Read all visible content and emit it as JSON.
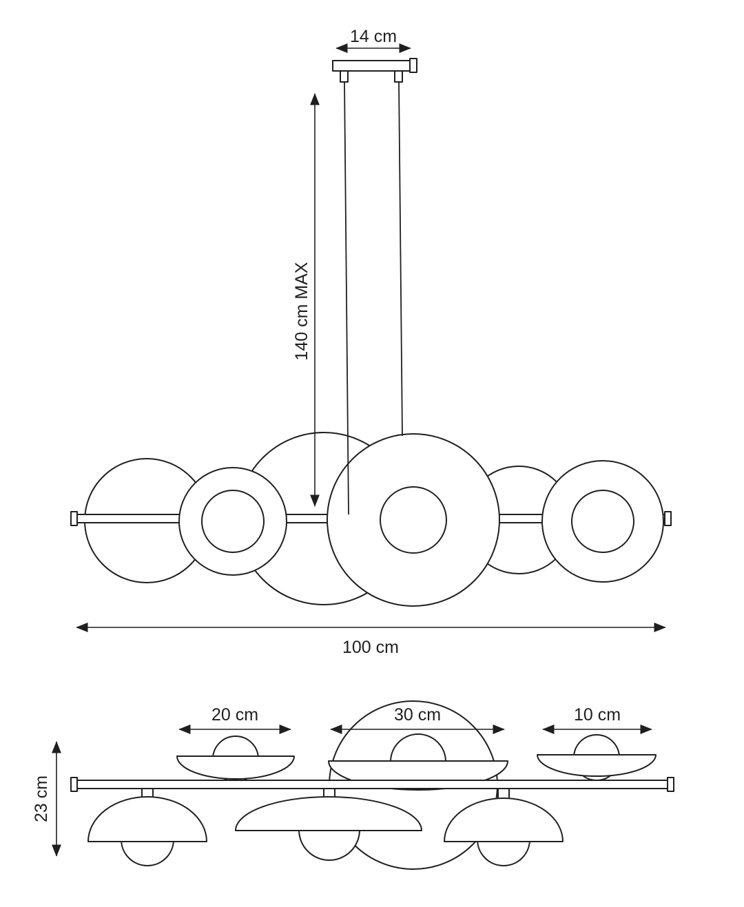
{
  "colors": {
    "line": "#1f1f1f",
    "fill": "#ffffff",
    "background": "#ffffff"
  },
  "views": {
    "front": {
      "canopy_width_label": "14 cm",
      "max_drop_label": "140 cm MAX",
      "total_width_label": "100 cm"
    },
    "plan": {
      "medium_shade_label": "20 cm",
      "large_shade_label": "30 cm",
      "small_shade_label": "10 cm",
      "fixture_height_label": "23 cm"
    }
  }
}
